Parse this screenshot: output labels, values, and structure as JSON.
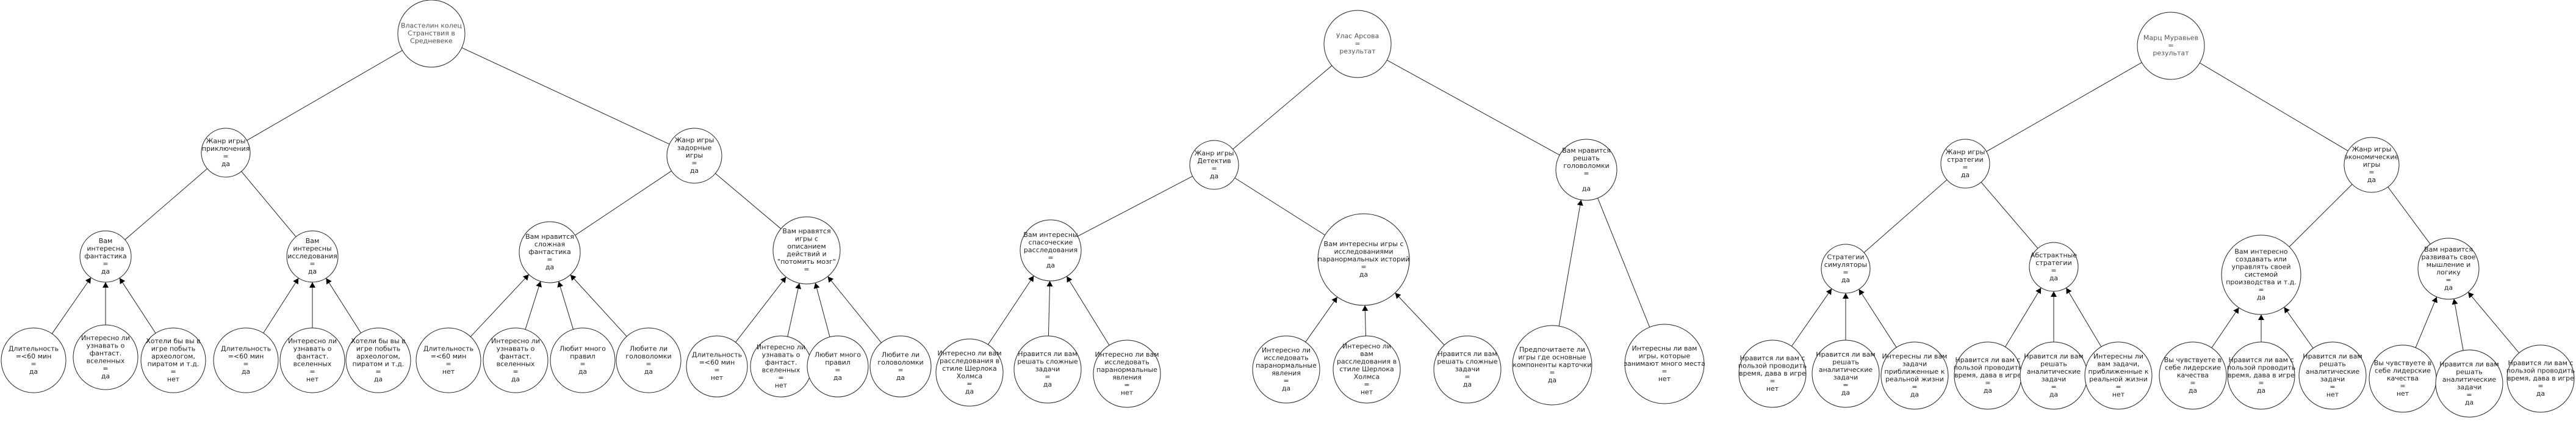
{
  "colors": {
    "line": "#222222",
    "text": "#222222",
    "root_text": "#555555",
    "arrow": "#000000",
    "background": "#ffffff"
  },
  "trees": [
    {
      "id": "t1",
      "root": {
        "id": "t1-root",
        "lines": [
          "Властелин колец",
          "Странствия в",
          "Средневеке"
        ]
      },
      "nodes": [
        {
          "id": "t1-a",
          "parent": "t1-root",
          "lines": [
            "Жанр игры",
            "приключения",
            "=",
            "да"
          ]
        },
        {
          "id": "t1-b",
          "parent": "t1-root",
          "lines": [
            "Жанр игры",
            "задорные",
            "игры",
            "=",
            "да"
          ]
        },
        {
          "id": "t1-a1",
          "parent": "t1-a",
          "lines": [
            "Вам",
            "интересна",
            "фантастика",
            "=",
            "да"
          ]
        },
        {
          "id": "t1-a2",
          "parent": "t1-a",
          "lines": [
            "Вам",
            "интересны",
            "исследования",
            "=",
            "да"
          ]
        },
        {
          "id": "t1-b1",
          "parent": "t1-b",
          "lines": [
            "Вам нравится",
            "сложная",
            "фантастика",
            "=",
            "да"
          ]
        },
        {
          "id": "t1-b2",
          "parent": "t1-b",
          "lines": [
            "Вам нравятся",
            "игры с",
            "описанием",
            "действий и",
            "\"потомить мозг\"",
            "="
          ]
        },
        {
          "id": "t1-a1a",
          "parent": "t1-a1",
          "arrow": true,
          "lines": [
            "Длительность",
            "=<60 мин",
            "=",
            "да"
          ]
        },
        {
          "id": "t1-a1b",
          "parent": "t1-a1",
          "arrow": true,
          "lines": [
            "Интересно ли",
            "узнавать о",
            "фантаст.",
            "вселенных",
            "=",
            "да"
          ]
        },
        {
          "id": "t1-a1c",
          "parent": "t1-a1",
          "arrow": true,
          "lines": [
            "Хотели бы вы в",
            "игре побыть",
            "археологом,",
            "пиратом и т.д.",
            "=",
            "нет"
          ]
        },
        {
          "id": "t1-a2a",
          "parent": "t1-a2",
          "arrow": true,
          "lines": [
            "Длительность",
            "=<60 мин",
            "=",
            "да"
          ]
        },
        {
          "id": "t1-a2b",
          "parent": "t1-a2",
          "arrow": true,
          "lines": [
            "Интересно ли",
            "узнавать о",
            "фантаст.",
            "вселенных",
            "=",
            "нет"
          ]
        },
        {
          "id": "t1-a2c",
          "parent": "t1-a2",
          "arrow": true,
          "lines": [
            "Хотели бы вы в",
            "игре побыть",
            "археологом,",
            "пиратом и т.д.",
            "=",
            "да"
          ]
        },
        {
          "id": "t1-b1a",
          "parent": "t1-b1",
          "arrow": true,
          "lines": [
            "Длительность",
            "=<60 мин",
            "=",
            "нет"
          ]
        },
        {
          "id": "t1-b1b",
          "parent": "t1-b1",
          "arrow": true,
          "lines": [
            "Интересно ли",
            "узнавать о",
            "фантаст.",
            "вселенных",
            "=",
            "да"
          ]
        },
        {
          "id": "t1-b1c",
          "parent": "t1-b1",
          "arrow": true,
          "lines": [
            "Любит много",
            "правил",
            "=",
            "да"
          ]
        },
        {
          "id": "t1-b1d",
          "parent": "t1-b1",
          "arrow": true,
          "lines": [
            "Любите ли",
            "головоломки",
            "=",
            "да"
          ]
        },
        {
          "id": "t1-b2a",
          "parent": "t1-b2",
          "arrow": true,
          "lines": [
            "Длительность",
            "=<60 мин",
            "=",
            "нет"
          ]
        },
        {
          "id": "t1-b2b",
          "parent": "t1-b2",
          "arrow": true,
          "lines": [
            "Интересно ли",
            "узнавать о",
            "фантаст.",
            "вселенных",
            "=",
            "нет"
          ]
        },
        {
          "id": "t1-b2c",
          "parent": "t1-b2",
          "arrow": true,
          "lines": [
            "Любит много",
            "правил",
            "=",
            "да"
          ]
        },
        {
          "id": "t1-b2d",
          "parent": "t1-b2",
          "arrow": true,
          "lines": [
            "Любите ли",
            "головоломки",
            "=",
            "да"
          ]
        }
      ]
    },
    {
      "id": "t2",
      "root": {
        "id": "t2-root",
        "lines": [
          "Улас Арсова",
          "=",
          "результат"
        ]
      },
      "nodes": [
        {
          "id": "t2-a",
          "parent": "t2-root",
          "lines": [
            "Жанр игры",
            "Детектив",
            "=",
            "да"
          ]
        },
        {
          "id": "t2-b",
          "parent": "t2-root",
          "lines": [
            "Вам нравится",
            "решать",
            "головоломки",
            "=",
            "",
            "да"
          ]
        },
        {
          "id": "t2-a1",
          "parent": "t2-a",
          "lines": [
            "Вам интересны",
            "спасоческие",
            "расследования",
            "=",
            "да"
          ]
        },
        {
          "id": "t2-a2",
          "parent": "t2-a",
          "lines": [
            "Вам интересны игры с",
            "исследованиями",
            "паранормальных историй",
            "=",
            "да"
          ]
        },
        {
          "id": "t2-a1a",
          "parent": "t2-a1",
          "arrow": true,
          "lines": [
            "Интересно ли вам",
            "расследования в",
            "стиле Шерлока",
            "Холмса",
            "=",
            "да"
          ]
        },
        {
          "id": "t2-a1b",
          "parent": "t2-a1",
          "arrow": true,
          "lines": [
            "Нравится ли вам",
            "решать сложные",
            "задачи",
            "=",
            "да"
          ]
        },
        {
          "id": "t2-a1c",
          "parent": "t2-a1",
          "arrow": true,
          "lines": [
            "Интересно ли вам",
            "исследовать",
            "паранормальные",
            "явления",
            "=",
            "нет"
          ]
        },
        {
          "id": "t2-a2a",
          "parent": "t2-a2",
          "arrow": true,
          "lines": [
            "Интересно ли",
            "исследовать",
            "паранормальные",
            "явления",
            "=",
            "да"
          ]
        },
        {
          "id": "t2-a2b",
          "parent": "t2-a2",
          "arrow": true,
          "lines": [
            "Интересно ли",
            "вам",
            "расследования в",
            "стиле Шерлока",
            "Холмса",
            "=",
            "нет"
          ]
        },
        {
          "id": "t2-a2c",
          "parent": "t2-a2",
          "arrow": true,
          "lines": [
            "Нравится ли вам",
            "решать сложные",
            "задачи",
            "=",
            "да"
          ]
        },
        {
          "id": "t2-b1",
          "parent": "t2-b",
          "arrow": true,
          "lines": [
            "Предпочитаете ли",
            "игры где основные",
            "компоненты карточки",
            "=",
            "да"
          ]
        },
        {
          "id": "t2-b2",
          "parent": "t2-b",
          "arrow": false,
          "lines": [
            "Интересны ли вам",
            "игры, которые",
            "занимают много места",
            "=",
            "нет"
          ]
        }
      ]
    },
    {
      "id": "t3",
      "root": {
        "id": "t3-root",
        "lines": [
          "Марц Муравьев",
          "=",
          "результат"
        ]
      },
      "nodes": [
        {
          "id": "t3-a",
          "parent": "t3-root",
          "lines": [
            "Жанр игры",
            "стратегии",
            "=",
            "да"
          ]
        },
        {
          "id": "t3-b",
          "parent": "t3-root",
          "lines": [
            "Жанр игры",
            "экономические",
            "игры",
            "=",
            "да"
          ]
        },
        {
          "id": "t3-a1",
          "parent": "t3-a",
          "lines": [
            "Стратегии",
            "симуляторы",
            "=",
            "да"
          ]
        },
        {
          "id": "t3-a2",
          "parent": "t3-a",
          "lines": [
            "Абстрактные",
            "стратегии",
            "=",
            "да"
          ]
        },
        {
          "id": "t3-b1",
          "parent": "t3-b",
          "lines": [
            "Вам интересно",
            "создавать или",
            "управлять своей",
            "системой",
            "производства и т.д.",
            "=",
            "да"
          ]
        },
        {
          "id": "t3-b2",
          "parent": "t3-b",
          "lines": [
            "Вам нравится",
            "развивать свое",
            "мышление и",
            "логику",
            "=",
            "да"
          ]
        },
        {
          "id": "t3-a1a",
          "parent": "t3-a1",
          "arrow": true,
          "lines": [
            "Нравится ли вам с",
            "пользой проводить",
            "время, дава в игре",
            "=",
            "нет"
          ]
        },
        {
          "id": "t3-a1b",
          "parent": "t3-a1",
          "arrow": true,
          "lines": [
            "Нравится ли вам",
            "решать",
            "аналитические",
            "задачи",
            "=",
            "да"
          ]
        },
        {
          "id": "t3-a1c",
          "parent": "t3-a1",
          "arrow": true,
          "lines": [
            "Интересны ли вам",
            "задачи",
            "приближенные к",
            "реальной жизни",
            "=",
            "да"
          ]
        },
        {
          "id": "t3-a2a",
          "parent": "t3-a2",
          "arrow": true,
          "lines": [
            "Нравится ли вам с",
            "пользой проводить",
            "время, дава в игре",
            "=",
            "да"
          ]
        },
        {
          "id": "t3-a2b",
          "parent": "t3-a2",
          "arrow": true,
          "lines": [
            "Нравится ли вам",
            "решать",
            "аналитические",
            "задачи",
            "=",
            "да"
          ]
        },
        {
          "id": "t3-a2c",
          "parent": "t3-a2",
          "arrow": true,
          "lines": [
            "Интересны ли",
            "вам задачи,",
            "приближенные к",
            "реальной жизни",
            "=",
            "нет"
          ]
        },
        {
          "id": "t3-b1a",
          "parent": "t3-b1",
          "arrow": true,
          "lines": [
            "Вы чувствуете в",
            "себе лидерские",
            "качества",
            "=",
            "да"
          ]
        },
        {
          "id": "t3-b1b",
          "parent": "t3-b1",
          "arrow": true,
          "lines": [
            "Нравится ли вам с",
            "пользой проводить",
            "время, дава в игре",
            "=",
            "да"
          ]
        },
        {
          "id": "t3-b1c",
          "parent": "t3-b1",
          "arrow": true,
          "lines": [
            "Нравится ли вам",
            "решать",
            "аналитические",
            "задачи",
            "=",
            "нет"
          ]
        },
        {
          "id": "t3-b2a",
          "parent": "t3-b2",
          "arrow": true,
          "lines": [
            "Вы чувствуете в",
            "себе лидерские",
            "качества",
            "=",
            "нет"
          ]
        },
        {
          "id": "t3-b2b",
          "parent": "t3-b2",
          "arrow": true,
          "lines": [
            "Нравится ли вам",
            "решать",
            "аналитические",
            "задачи",
            "=",
            "да"
          ]
        },
        {
          "id": "t3-b2c",
          "parent": "t3-b2",
          "arrow": true,
          "lines": [
            "Нравится ли вам с",
            "пользой проводить",
            "время, дава в игре",
            "=",
            "да"
          ]
        }
      ]
    }
  ]
}
